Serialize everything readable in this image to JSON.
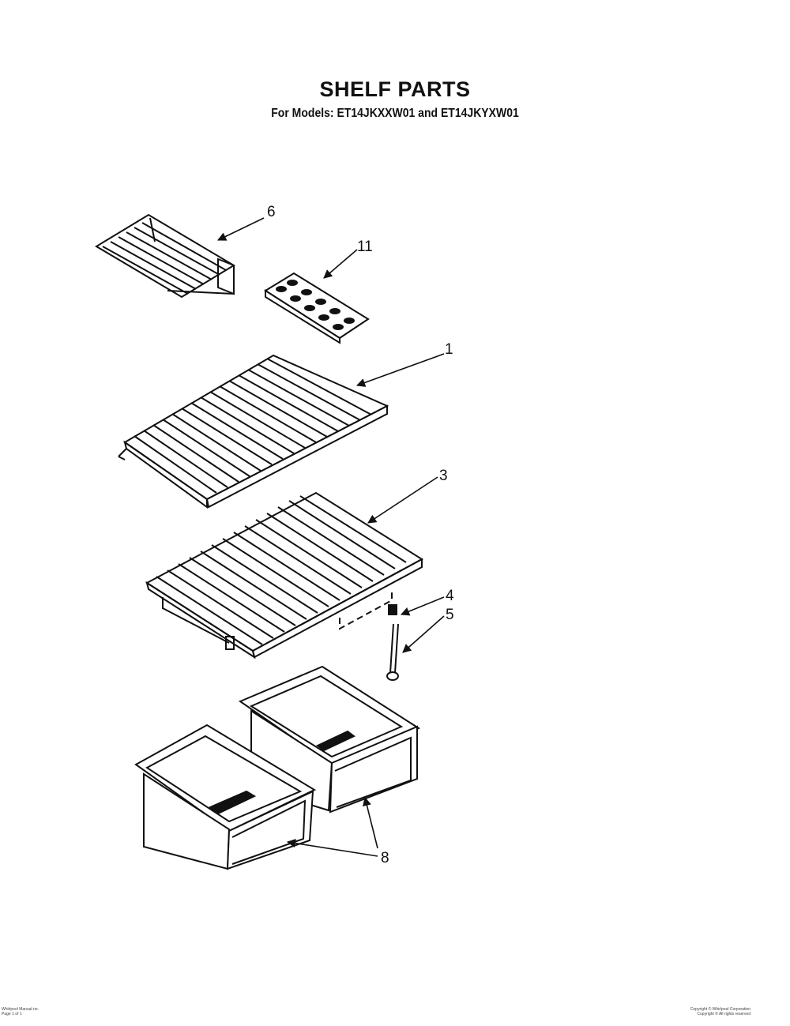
{
  "header": {
    "title": "SHELF PARTS",
    "subtitle": "For Models: ET14JKXXW01 and ET14JKYXW01"
  },
  "callouts": {
    "part_6": "6",
    "part_11": "11",
    "part_1": "1",
    "part_3": "3",
    "part_4": "4",
    "part_5": "5",
    "part_8": "8"
  },
  "footer": {
    "left_line1": "Whirlpool Manual no.",
    "left_line2": "Page 1 of 1",
    "right_line1": "Copyright © Whirlpool Corporation",
    "right_line2": "Copyright © All rights reserved"
  }
}
